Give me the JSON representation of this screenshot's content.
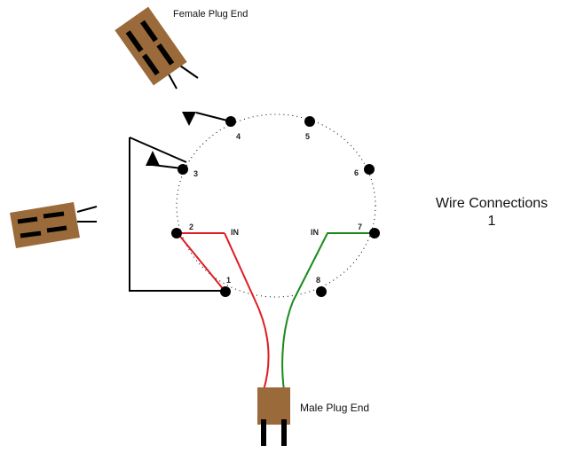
{
  "title": {
    "line1": "Wire Connections",
    "line2": "1"
  },
  "labels": {
    "female_plug": "Female Plug End",
    "male_plug": "Male Plug End",
    "in_left": "IN",
    "in_right": "IN"
  },
  "terminals": [
    "1",
    "2",
    "3",
    "4",
    "5",
    "6",
    "7",
    "8"
  ],
  "colors": {
    "plug_body": "#9b6a3b",
    "red_wire": "#e01b24",
    "green_wire": "#1a8a1a",
    "terminal": "#000000"
  }
}
